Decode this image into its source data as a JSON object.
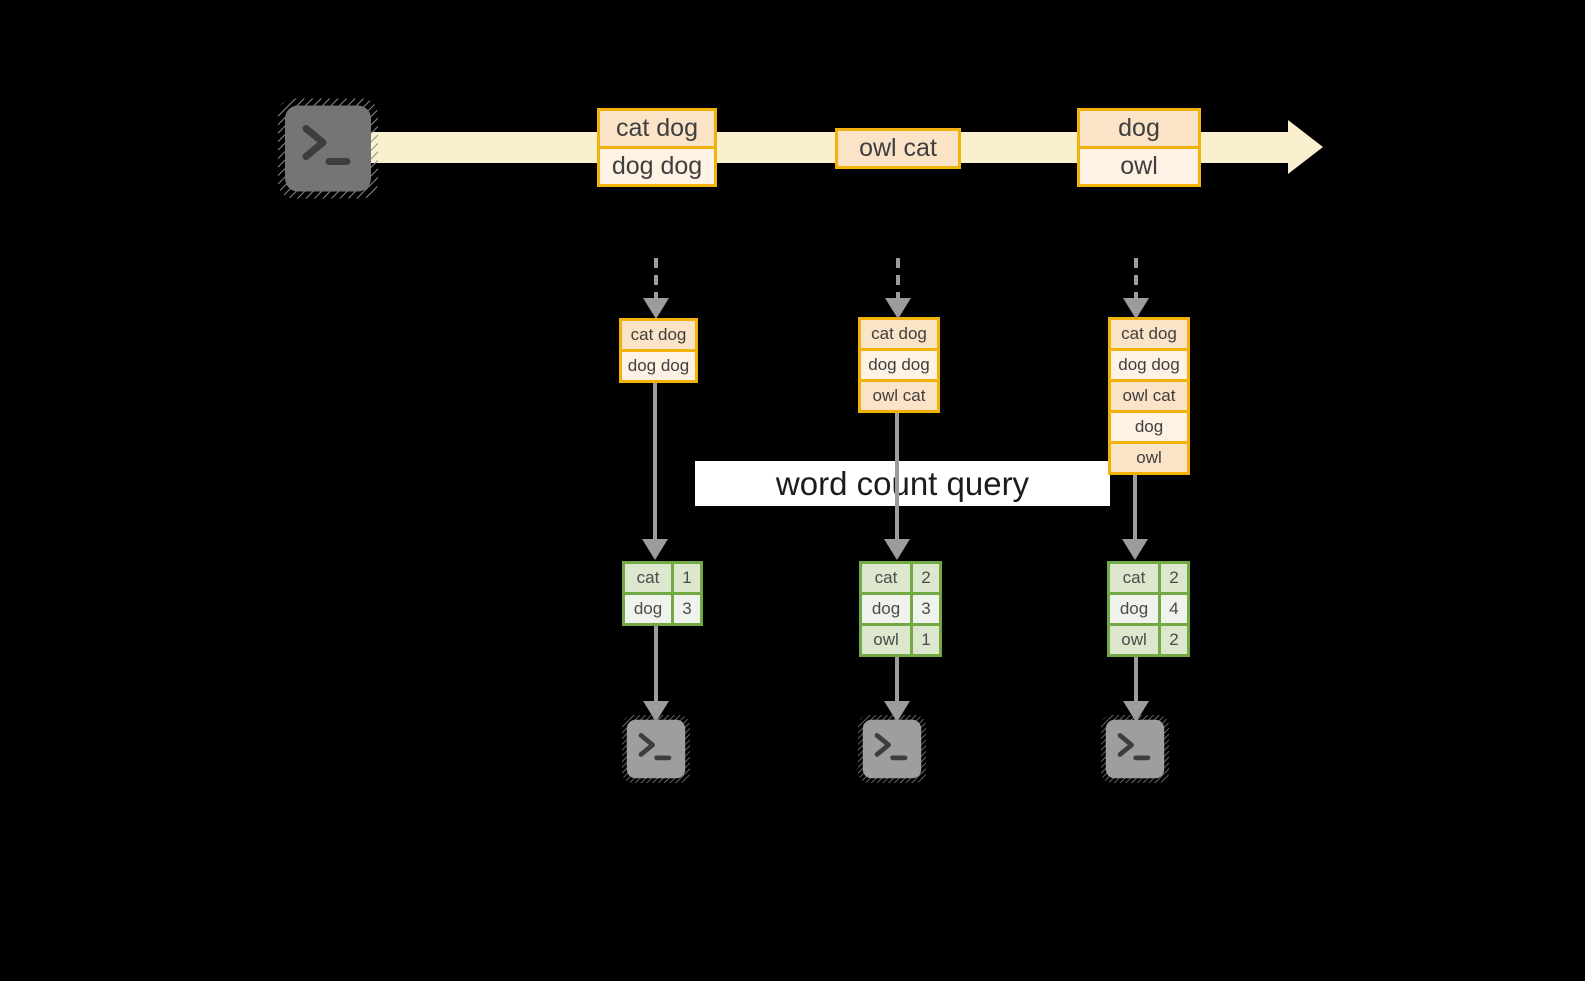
{
  "query": {
    "label": "word count query"
  },
  "stream": {
    "batches": [
      {
        "lines": [
          "cat dog",
          "dog dog"
        ]
      },
      {
        "lines": [
          "owl cat"
        ]
      },
      {
        "lines": [
          "dog",
          "owl"
        ]
      }
    ]
  },
  "columns": [
    {
      "input_lines": [
        "cat dog",
        "dog dog"
      ],
      "counts": [
        {
          "word": "cat",
          "count": "1"
        },
        {
          "word": "dog",
          "count": "3"
        }
      ]
    },
    {
      "input_lines": [
        "cat dog",
        "dog dog",
        "owl cat"
      ],
      "counts": [
        {
          "word": "cat",
          "count": "2"
        },
        {
          "word": "dog",
          "count": "3"
        },
        {
          "word": "owl",
          "count": "1"
        }
      ]
    },
    {
      "input_lines": [
        "cat dog",
        "dog dog",
        "owl cat",
        "dog",
        "owl"
      ],
      "counts": [
        {
          "word": "cat",
          "count": "2"
        },
        {
          "word": "dog",
          "count": "4"
        },
        {
          "word": "owl",
          "count": "2"
        }
      ]
    }
  ],
  "icons": {
    "source": "terminal-icon",
    "sinks": [
      "terminal-icon",
      "terminal-icon",
      "terminal-icon"
    ]
  },
  "colors": {
    "amber_border": "#F1B30B",
    "peach_dark": "#FAE3C7",
    "peach_light": "#FDF2E3",
    "stream_band": "#FAF0CF",
    "green_border": "#72A944",
    "green_cell_dark": "#DCE7CE",
    "green_cell_light": "#F0F3EC",
    "arrow_gray": "#9C9C9C",
    "terminal_dark": "#757575",
    "terminal_light": "#9E9E9E",
    "query_background": "#FFFFFF",
    "page_background": "#000000"
  }
}
